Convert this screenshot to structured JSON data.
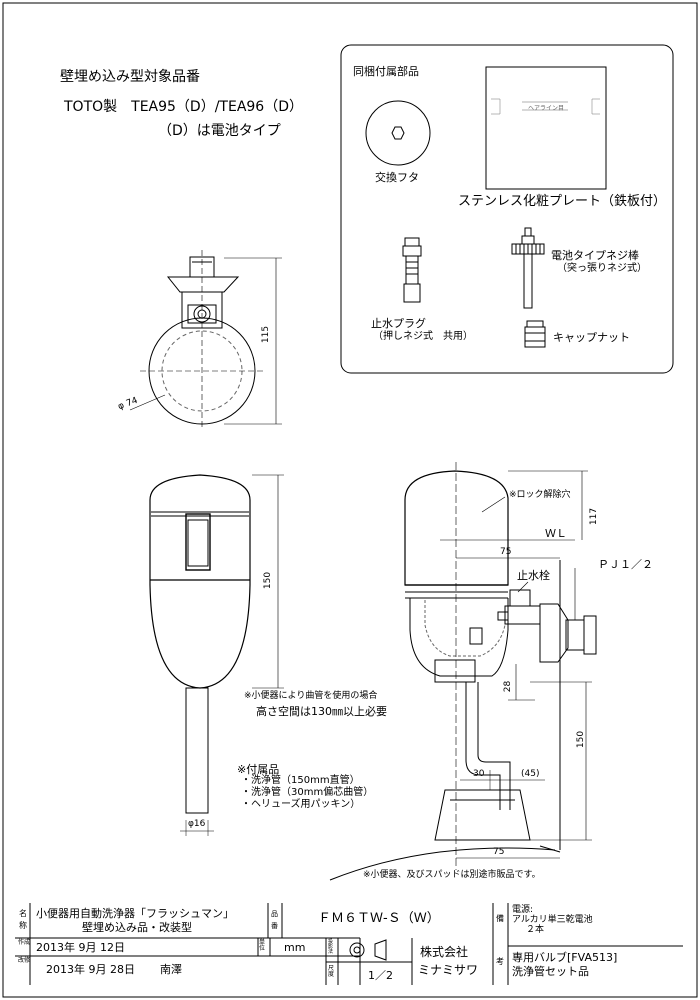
{
  "target": {
    "heading": "壁埋め込み型対象品番",
    "models": "TOTO製　TEA95（D）/TEA96（D）",
    "note": "（D）は電池タイプ"
  },
  "accessories": {
    "heading": "同梱付属部品",
    "exchange_lid": "交換フタ",
    "plate": "ステンレス化粧プレート（鉄板付）",
    "plate_inner_text": "ヘアライン目",
    "stop_plug": "止水プラグ",
    "stop_plug_note": "（押しネジ式　共用）",
    "battery_screw": "電池タイプネジ棒",
    "battery_screw_note": "（突っ張りネジ式）",
    "cap_nut": "キャップナット"
  },
  "top_view": {
    "dim_height": "115",
    "dim_diameter": "φ 74"
  },
  "front_view": {
    "dim_height": "150",
    "dim_pipe": "φ16"
  },
  "side_view": {
    "lock_hole": "※ロック解除穴",
    "wl": "ＷＬ",
    "dim_117": "117",
    "dim_75_top": "75",
    "pj": "ＰＪ１／２",
    "stop_valve": "止水栓",
    "dim_28": "28",
    "dim_150": "150",
    "dim_30": "30",
    "dim_45": "(45)",
    "dim_75_bottom": "75",
    "floor_note": "※小便器、及びスパッドは別途市販品です。"
  },
  "notes": {
    "bend_line1": "※小便器により曲管を使用の場合",
    "bend_line2": "高さ空間は130㎜以上必要",
    "attach_heading": "※付属品",
    "attach_1": "・洗浄管（150mm直管）",
    "attach_2": "・洗浄管（30mm偏芯曲管）",
    "attach_3": "・ヘリューズ用パッキン）"
  },
  "title_block": {
    "name_label": "名称",
    "name_line1": "小便器用自動洗浄器「フラッシュマン」",
    "name_line2": "壁埋め込み品・改装型",
    "part_label": "品番",
    "part_number": "ＦＭ６ＴＷ-Ｓ（Ｗ）",
    "remarks_label": "備",
    "remarks_label2": "考",
    "power_title": "電源:",
    "power_line1": "アルカリ単三乾電池",
    "power_line2": "２本",
    "created_label": "作成",
    "created_date": "2013年 9月 12日",
    "unit_label": "単位",
    "unit": "mm",
    "revised_label": "改修",
    "revised_date": "2013年  9月 28日",
    "revised_by": "南澤",
    "projection_label": "投影法",
    "scale_label": "尺度",
    "scale": "1／2",
    "company_line1": "株式会社",
    "company_line2": "ミナミサワ",
    "valve_line1": "専用バルブ[FVA513]",
    "valve_line2": "洗浄管セット品"
  }
}
